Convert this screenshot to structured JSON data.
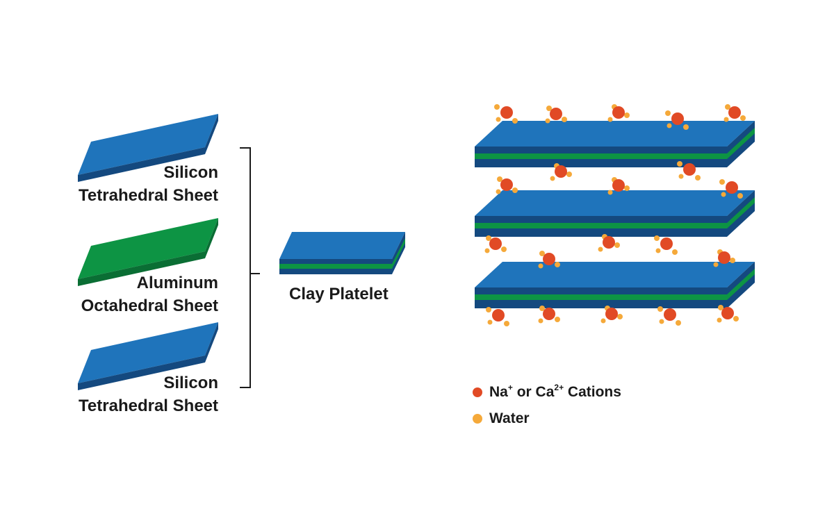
{
  "colors": {
    "silicon_top": "#1f74bb",
    "silicon_side": "#14497f",
    "aluminum_top": "#0d9444",
    "aluminum_side": "#0a6e34",
    "cation": "#e14a25",
    "water": "#f5a93a",
    "text": "#1a1a1a"
  },
  "sheets": {
    "silicon_top": {
      "line1": "Silicon",
      "line2": "Tetrahedral Sheet"
    },
    "aluminum": {
      "line1": "Aluminum",
      "line2": "Octahedral Sheet"
    },
    "silicon_bottom": {
      "line1": "Silicon",
      "line2": "Tetrahedral Sheet"
    }
  },
  "platelet": {
    "label": "Clay Platelet"
  },
  "legend": {
    "cations": {
      "prefix": "Na",
      "sup1": "+",
      "middle": " or Ca",
      "sup2": "2+",
      "suffix": " Cations",
      "icon": "cation-dot"
    },
    "water": {
      "label": "Water",
      "icon": "water-dot"
    }
  }
}
